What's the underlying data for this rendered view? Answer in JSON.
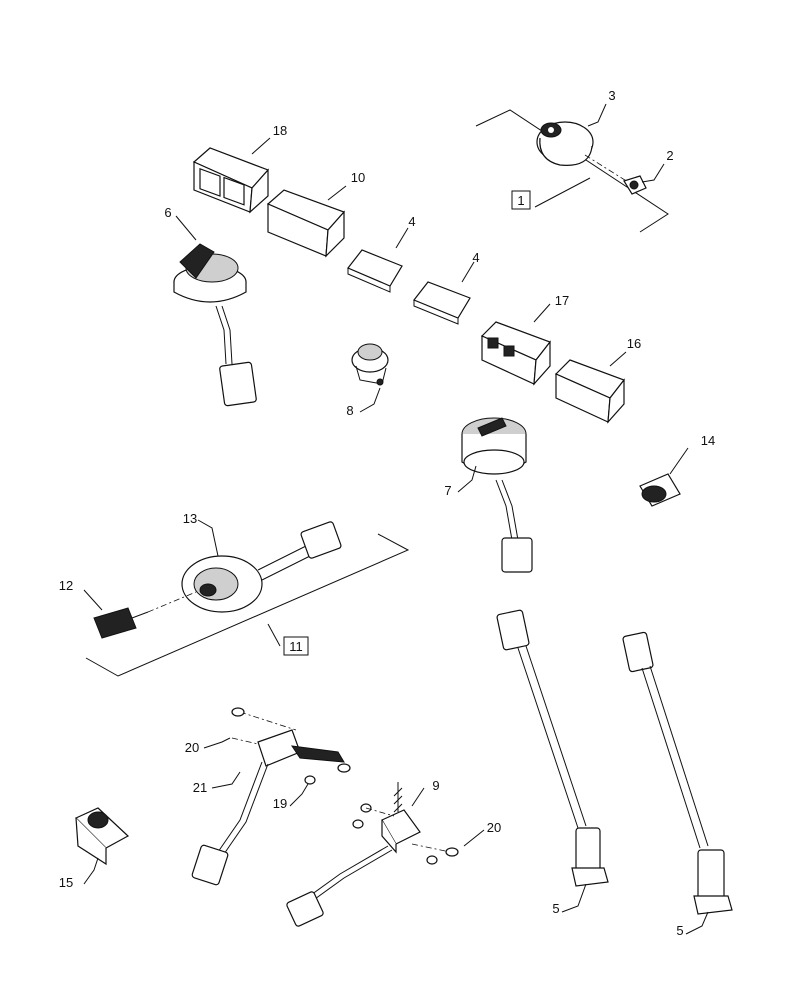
{
  "diagram": {
    "callouts": {
      "c1": "1",
      "c2": "2",
      "c3": "3",
      "c4a": "4",
      "c4b": "4",
      "c5a": "5",
      "c5b": "5",
      "c6": "6",
      "c7": "7",
      "c8": "8",
      "c9": "9",
      "c10": "10",
      "c11": "11",
      "c12": "12",
      "c13": "13",
      "c14": "14",
      "c15": "15",
      "c16": "16",
      "c17": "17",
      "c18": "18",
      "c19": "19",
      "c20a": "20",
      "c20b": "20",
      "c21": "21"
    }
  }
}
